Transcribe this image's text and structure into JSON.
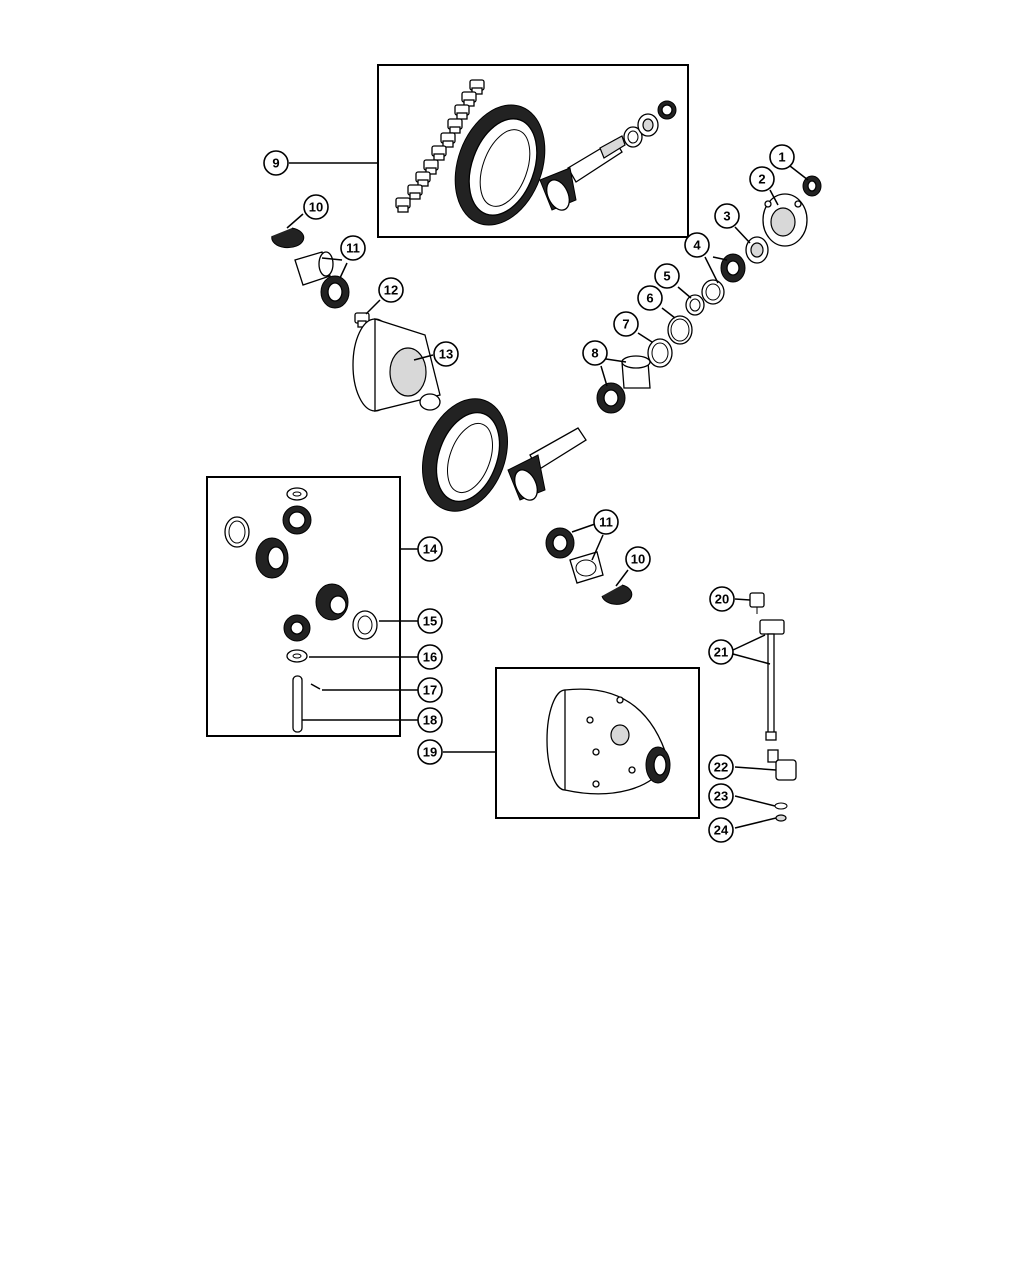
{
  "diagram": {
    "callouts": [
      {
        "id": "c1",
        "label": "1"
      },
      {
        "id": "c2",
        "label": "2"
      },
      {
        "id": "c3",
        "label": "3"
      },
      {
        "id": "c4",
        "label": "4"
      },
      {
        "id": "c5",
        "label": "5"
      },
      {
        "id": "c6",
        "label": "6"
      },
      {
        "id": "c7",
        "label": "7"
      },
      {
        "id": "c8",
        "label": "8"
      },
      {
        "id": "c9",
        "label": "9"
      },
      {
        "id": "c10a",
        "label": "10"
      },
      {
        "id": "c11a",
        "label": "11"
      },
      {
        "id": "c12",
        "label": "12"
      },
      {
        "id": "c13",
        "label": "13"
      },
      {
        "id": "c14",
        "label": "14"
      },
      {
        "id": "c11b",
        "label": "11"
      },
      {
        "id": "c10b",
        "label": "10"
      },
      {
        "id": "c15",
        "label": "15"
      },
      {
        "id": "c16",
        "label": "16"
      },
      {
        "id": "c17",
        "label": "17"
      },
      {
        "id": "c18",
        "label": "18"
      },
      {
        "id": "c19",
        "label": "19"
      },
      {
        "id": "c20",
        "label": "20"
      },
      {
        "id": "c21",
        "label": "21"
      },
      {
        "id": "c22",
        "label": "22"
      },
      {
        "id": "c23",
        "label": "23"
      },
      {
        "id": "c24",
        "label": "24"
      }
    ]
  }
}
